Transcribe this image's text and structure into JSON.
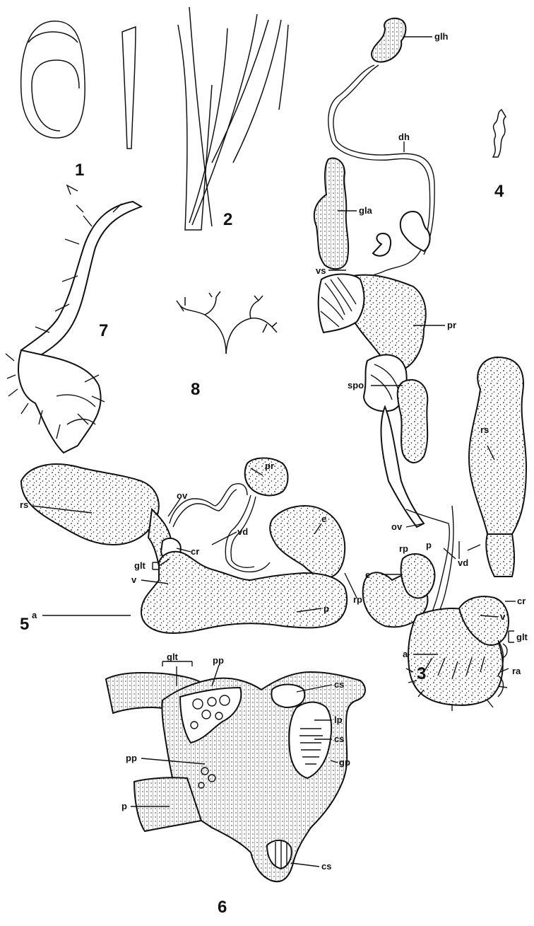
{
  "figure_numbers": {
    "fig1": "1",
    "fig2": "2",
    "fig3": "3",
    "fig4": "4",
    "fig5": "5",
    "fig6": "6",
    "fig7": "7",
    "fig8": "8"
  },
  "labels": {
    "fig3": {
      "glh": "glh",
      "dh": "dh",
      "gla": "gla",
      "vs": "vs",
      "pr": "pr",
      "spo": "spo",
      "rs": "rs",
      "ov": "ov",
      "rp": "rp",
      "p": "p",
      "e": "e",
      "vd": "vd",
      "cr": "cr",
      "glt": "glt",
      "v": "v",
      "a": "a",
      "ra": "ra"
    },
    "fig5": {
      "pr": "pr",
      "ov": "ov",
      "rs": "rs",
      "cr": "cr",
      "vd": "vd",
      "e": "e",
      "glt": "glt",
      "v": "v",
      "rp": "rp",
      "p": "p",
      "a": "a"
    },
    "fig6": {
      "glt": "glt",
      "pp_top": "pp",
      "cs_top": "cs",
      "lp": "lp",
      "cs_mid": "cs",
      "pp_left": "pp",
      "gp": "gp",
      "p": "p",
      "cs_bottom": "cs"
    }
  }
}
